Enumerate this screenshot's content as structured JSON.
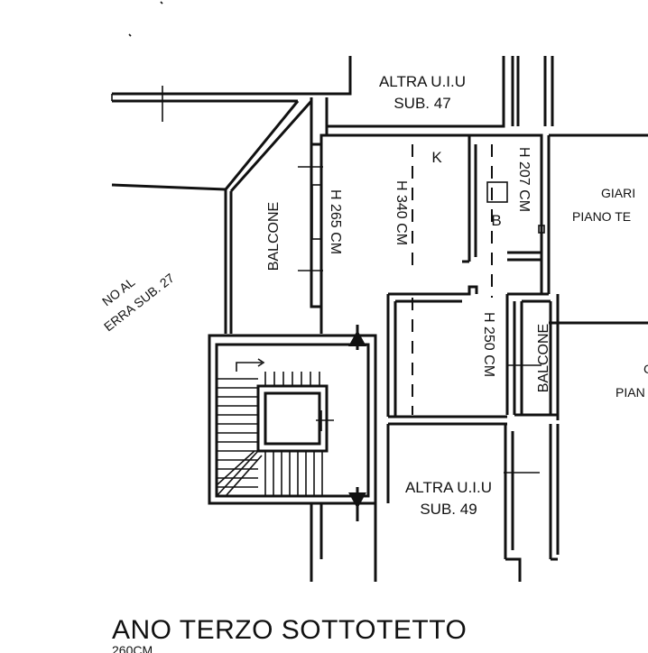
{
  "labels": {
    "unit_47_line1": "ALTRA U.I.U",
    "unit_47_line2": "SUB. 47",
    "unit_49_line1": "ALTRA U.I.U",
    "unit_49_line2": "SUB. 49",
    "kitchen": "K",
    "bathroom": "B",
    "balcony_left": "BALCONE",
    "balcony_right": "BALCONE",
    "height_265": "H 265 CM",
    "height_340": "H 340 CM",
    "height_207": "H 207 CM",
    "height_250": "H 250 CM",
    "diagonal_line1": "NO AL",
    "diagonal_line2": "ERRA SUB. 27",
    "right_top_line1": "GIARI",
    "right_top_line2": "PIANO TE",
    "right_mid_line1": "C",
    "right_mid_line2": "PIAN"
  },
  "title": "ANO TERZO SOTTOTETTO",
  "subtitle": "260CM"
}
